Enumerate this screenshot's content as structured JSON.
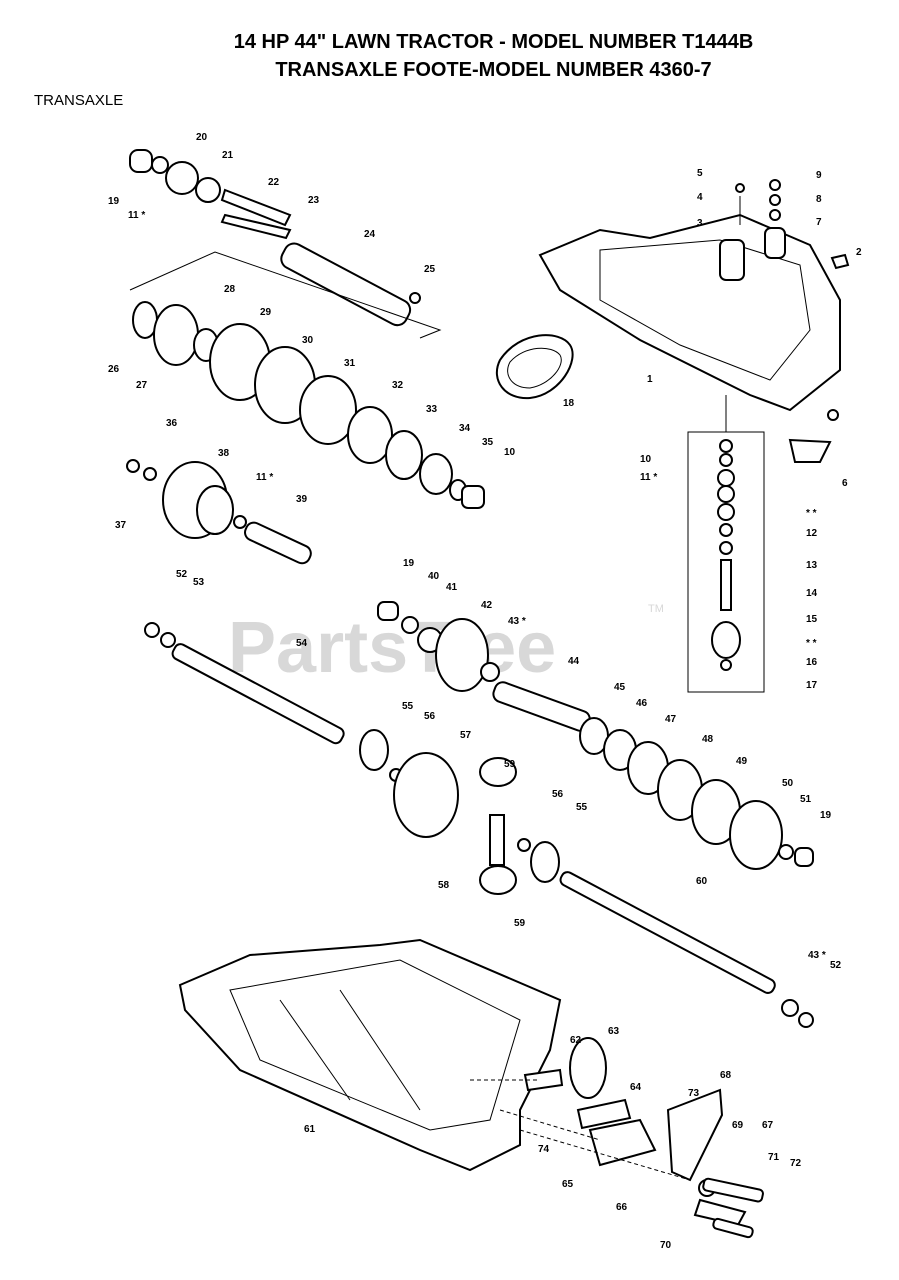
{
  "header": {
    "title_line1": "14 HP 44\" LAWN TRACTOR - MODEL NUMBER T1444B",
    "title_line2": "TRANSAXLE FOOTE-MODEL NUMBER 4360-7",
    "section": "TRANSAXLE"
  },
  "watermark": {
    "text": "PartsTree",
    "tm": "TM"
  },
  "callouts": [
    "20",
    "21",
    "19",
    "11 *",
    "22",
    "23",
    "24",
    "25",
    "5",
    "4",
    "3",
    "9",
    "8",
    "7",
    "2",
    "1",
    "28",
    "29",
    "26",
    "27",
    "30",
    "31",
    "32",
    "18",
    "33",
    "34",
    "35",
    "10",
    "36",
    "38",
    "11 *",
    "37",
    "39",
    "10",
    "11 *",
    "12",
    "13",
    "14",
    "15",
    "16",
    "17",
    "6",
    "* *",
    "* *",
    "52",
    "53",
    "54",
    "19",
    "40",
    "41",
    "42",
    "43 *",
    "44",
    "45",
    "46",
    "47",
    "48",
    "49",
    "50",
    "51",
    "19",
    "55",
    "56",
    "57",
    "59",
    "56",
    "55",
    "58",
    "59",
    "60",
    "43 *",
    "52",
    "61",
    "62",
    "63",
    "64",
    "73",
    "68",
    "74",
    "69",
    "67",
    "71",
    "72",
    "65",
    "66",
    "70"
  ]
}
